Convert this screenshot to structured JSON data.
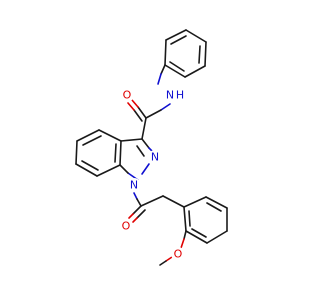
{
  "molecule": {
    "atoms": {
      "o_amide": "O",
      "nh_amide": "N",
      "h_amide": "H",
      "n2": "N",
      "n1": "N",
      "o_benzoyl": "O",
      "o_methoxy": "O"
    },
    "colors": {
      "bond": "#1a1a1a",
      "oxygen": "#e00000",
      "nitrogen": "#1010d0",
      "background": "#ffffff"
    }
  }
}
